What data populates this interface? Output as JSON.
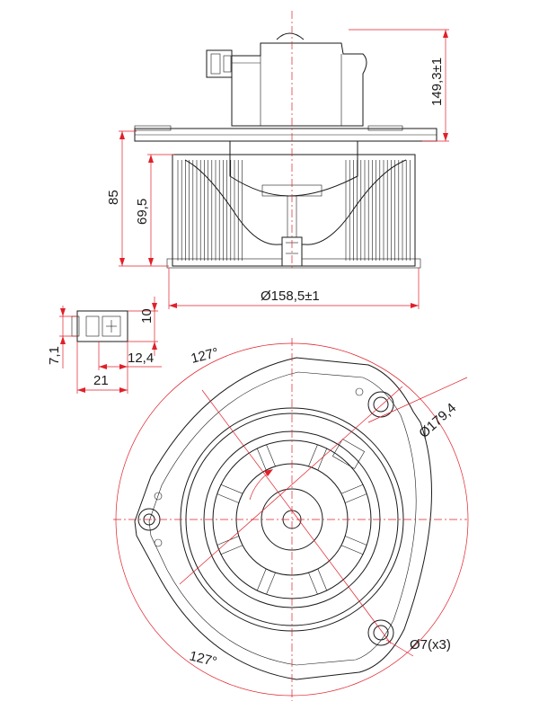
{
  "colors": {
    "outline": "#1a1a1a",
    "dimension": "#e0202a",
    "background": "#ffffff"
  },
  "dimensions": {
    "total_height": "149,3±1",
    "height_85": "85",
    "height_69_5": "69,5",
    "diameter_wheel": "Ø158,5±1",
    "connector_10": "10",
    "connector_7_1": "7,1",
    "connector_12_4": "12,4",
    "connector_21": "21",
    "angle_top": "127°",
    "angle_bottom": "127°",
    "diameter_bolt_circle": "Ø179,4",
    "hole_diameter": "Ø7(x3)"
  }
}
